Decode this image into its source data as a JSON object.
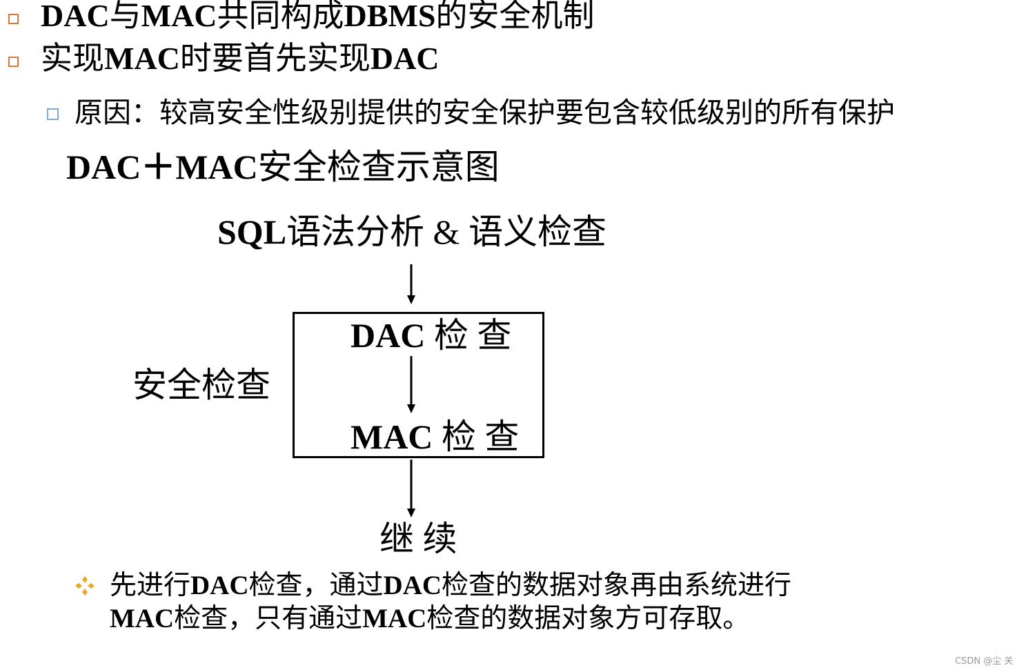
{
  "bullets": [
    {
      "parts": [
        "DAC",
        "与",
        "MAC",
        "共同构成",
        "DBMS",
        "的安全机制"
      ]
    },
    {
      "parts": [
        "实现",
        "MAC",
        "时要首先实现",
        "DAC"
      ]
    }
  ],
  "sub_bullet": "原因：较高安全性级别提供的安全保护要包含较低级别的所有保护",
  "diagram": {
    "title_prefix": "DAC＋MAC",
    "title_suffix": "安全检查示意图",
    "top_prefix": "SQL",
    "top_suffix": "语法分析 & 语义检查",
    "dac_prefix": "DAC",
    "dac_suffix": "检 查",
    "mac_prefix": "MAC",
    "mac_suffix": "检 查",
    "side_label": "安全检查",
    "bottom_label": "继 续"
  },
  "note": {
    "line1": [
      "先进行",
      "DAC",
      "检查，通过",
      "DAC",
      "检查的数据对象再由系统进行"
    ],
    "line2": [
      "MAC",
      "检查，只有通过",
      "MAC",
      "检查的数据对象方可存取。"
    ]
  },
  "watermark": "CSDN @尘  关",
  "colors": {
    "bullet_orange": "#d9763c",
    "bullet_blue": "#7fa9cf",
    "diamond_gold": "#e8a820"
  },
  "icons": {
    "bullet": "hollow-square",
    "note_bullet": "four-diamond"
  }
}
